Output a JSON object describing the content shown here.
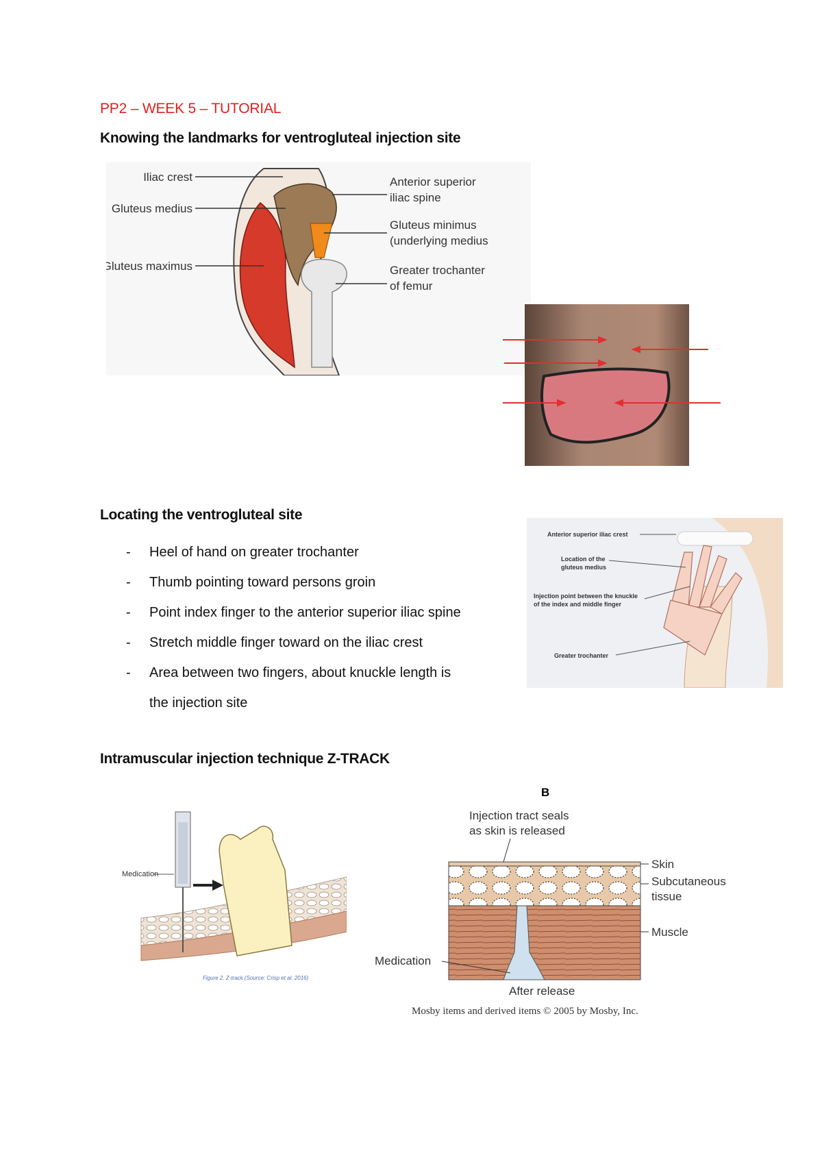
{
  "document": {
    "title": "PP2 – WEEK 5 – TUTORIAL",
    "sections": {
      "landmarks": {
        "heading": "Knowing the landmarks for ventrogluteal injection site"
      },
      "locating": {
        "heading": "Locating the ventrogluteal site",
        "bullets": [
          "Heel of hand on greater trochanter",
          "Thumb pointing toward persons groin",
          "Point index finger to the anterior superior iliac spine",
          "Stretch middle finger toward on the iliac crest",
          "Area between two fingers, about knuckle length is"
        ],
        "bullet_continuation": "the injection site"
      },
      "ztrack": {
        "heading": "Intramuscular injection technique Z-TRACK"
      }
    }
  },
  "figures": {
    "hip_anatomy": {
      "labels": {
        "iliac_crest": "Iliac crest",
        "gluteus_medius": "Gluteus medius",
        "gluteus_maximus": "Gluteus maximus",
        "asis_1": "Anterior superior",
        "asis_2": "iliac spine",
        "gmin_1": "Gluteus minimus",
        "gmin_2": "(underlying medius",
        "trochanter_1": "Greater trochanter",
        "trochanter_2": "of femur"
      }
    },
    "hand_placement": {
      "labels": {
        "asis": "Anterior superior iliac crest",
        "location_1": "Location of the",
        "location_2": "gluteus medius",
        "injection_1": "Injection point between the knuckle",
        "injection_2": "of the index and middle finger",
        "trochanter": "Greater trochanter"
      }
    },
    "ztrack_left": {
      "labels": {
        "medication": "Medication",
        "caption": "Figure 2. Z-track (Source: Crisp et al. 2016)"
      }
    },
    "ztrack_right": {
      "labels": {
        "panel": "B",
        "tract_1": "Injection tract seals",
        "tract_2": "as skin is released",
        "skin": "Skin",
        "subq_1": "Subcutaneous",
        "subq_2": "tissue",
        "muscle": "Muscle",
        "medication": "Medication",
        "after": "After release",
        "copyright": "Mosby items and derived items © 2005 by Mosby, Inc."
      }
    }
  },
  "colors": {
    "title": "#e02020",
    "muscle": "#d63a2a",
    "arrow": "#e03030"
  }
}
